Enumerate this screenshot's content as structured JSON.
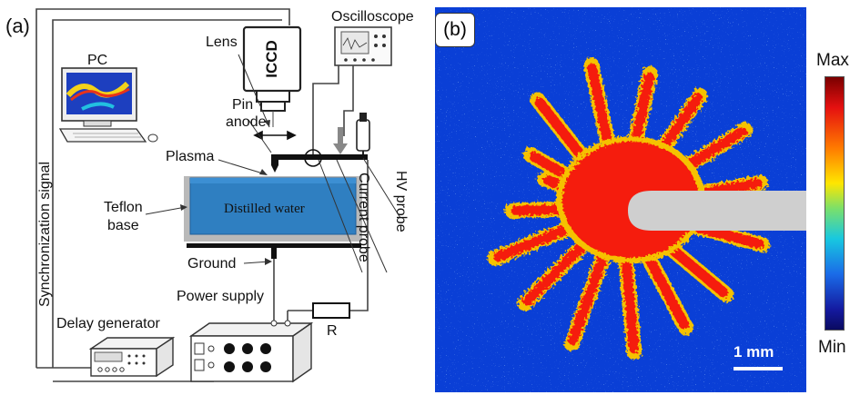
{
  "panel_a": {
    "tag": "(a)",
    "labels": {
      "oscilloscope": "Oscilloscope",
      "lens": "Lens",
      "iccd": "ICCD",
      "pc": "PC",
      "pin_anode_line1": "Pin",
      "pin_anode_line2": "anode",
      "plasma": "Plasma",
      "distilled_water": "Distilled water",
      "teflon_line1": "Teflon",
      "teflon_line2": "base",
      "ground": "Ground",
      "power_supply": "Power supply",
      "delay_generator": "Delay generator",
      "resistor": "R",
      "sync_signal": "Synchronization signal",
      "current_probe": "Current probe",
      "hv_probe": "HV probe"
    },
    "colors": {
      "water": "#2f7fc1",
      "teflon": "#b9b9b9",
      "wire": "#333333"
    }
  },
  "panel_b": {
    "tag": "(b)",
    "colorbar_max": "Max",
    "colorbar_min": "Min",
    "scale_bar": "1 mm",
    "colors": {
      "background": "#0a3fd6",
      "core": "#f51a0a",
      "electrode": "#cfcfcf"
    }
  }
}
